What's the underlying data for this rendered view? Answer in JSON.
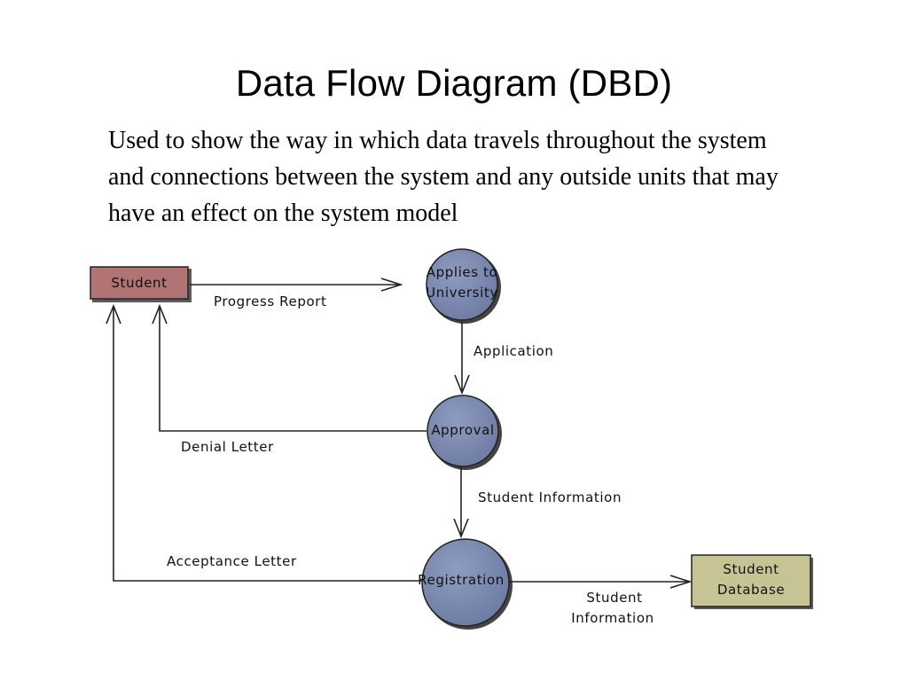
{
  "slide": {
    "title": "Data Flow Diagram (DBD)",
    "description": "Used to show the way in which data travels throughout the system and connections between the system and any outside units that may have an effect on the system model"
  },
  "diagram": {
    "entities": {
      "student": {
        "label": "Student",
        "color": "#b17373"
      },
      "student_database": {
        "label_line1": "Student",
        "label_line2": "Database",
        "color": "#c6c395"
      }
    },
    "processes": {
      "applies": {
        "label_line1": "Applies to",
        "label_line2": "University"
      },
      "approval": {
        "label": "Approval"
      },
      "registration": {
        "label": "Registration"
      },
      "fill_color": "#7b8bb0"
    },
    "flows": {
      "progress_report": "Progress Report",
      "application": "Application",
      "denial_letter": "Denial Letter",
      "student_information": "Student Information",
      "acceptance_letter": "Acceptance Letter",
      "db_student_information_line1": "Student",
      "db_student_information_line2": "Information"
    }
  }
}
